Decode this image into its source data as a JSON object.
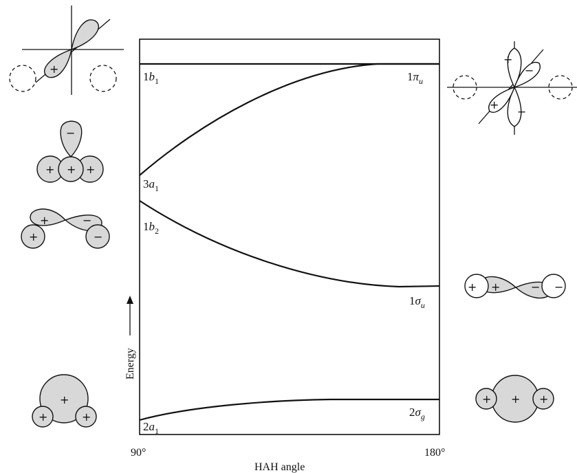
{
  "labels": {
    "left": {
      "b1": {
        "num": "1",
        "letter": "b",
        "sub": "1"
      },
      "a1_3": {
        "num": "3",
        "letter": "a",
        "sub": "1"
      },
      "b2": {
        "num": "1",
        "letter": "b",
        "sub": "2"
      },
      "a1_2": {
        "num": "2",
        "letter": "a",
        "sub": "1"
      }
    },
    "right": {
      "pi_u": {
        "num": "1",
        "letter": "π",
        "sub": "u"
      },
      "sigma_u": {
        "num": "1",
        "letter": "σ",
        "sub": "u"
      },
      "sigma_g": {
        "num": "2",
        "letter": "σ",
        "sub": "g"
      }
    }
  },
  "axis": {
    "x_start": "90°",
    "x_end": "180°",
    "x_title": "HAH angle",
    "y_title": "Energy"
  },
  "signs": {
    "plus": "+",
    "minus": "−"
  },
  "chart_data": {
    "type": "line",
    "x": [
      90,
      180
    ],
    "xlabel": "HAH angle",
    "ylabel": "Energy",
    "series": [
      {
        "name": "1b1 → 1πu",
        "shape": "constant"
      },
      {
        "name": "3a1 → 1πu",
        "shape": "rising"
      },
      {
        "name": "1b2 → 1σu",
        "shape": "falling"
      },
      {
        "name": "2a1 → 2σg",
        "shape": "slightly rising"
      }
    ]
  }
}
